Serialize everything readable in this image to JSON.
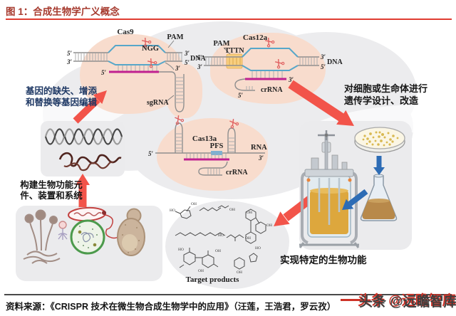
{
  "title": "图 1：合成生物学广义概念",
  "annotations": {
    "gene_editing_line1": "基因的缺失、增添",
    "gene_editing_line2": "和替换等基因编辑",
    "genetic_design_line1": "对细胞或生命体进行",
    "genetic_design_line2": "遗传学设计、改造",
    "build_components_line1": "构建生物功能元",
    "build_components_line2": "件、装置和系统",
    "achieve_function": "实现特定的生物功能"
  },
  "labels": {
    "cas9": "Cas9",
    "cas12a": "Cas12a",
    "cas13a": "Cas13a",
    "pam": "PAM",
    "ngg": "NGG",
    "tttn": "TTTN",
    "pfs": "PFS",
    "dna": "DNA",
    "rna": "RNA",
    "sgrna": "sgRNA",
    "crrna": "crRNA",
    "five_prime": "5′",
    "three_prime": "3′",
    "ho": "HO",
    "oh": "OH",
    "target_products": "Target products"
  },
  "footer": {
    "source": "资料来源：《CRISPR 技术在微生物合成生物学中的应用》（汪莲，王浩君，罗云孜）",
    "watermark": "头条 @远瞻智库"
  },
  "colors": {
    "title_red": "#A63A2E",
    "rule_red": "#E03C31",
    "arrow_red": "#F2544A",
    "arrow_blue": "#2D6CB5",
    "peach_blob": "#F8DCCD",
    "panel_gray": "#EBEBED",
    "guide_magenta": "#C02190",
    "strand_blue": "#57A7C9",
    "pam_yellow": "#F8CF80",
    "pfs_blue": "#7FB0D0",
    "navy_text": "#1E3864"
  }
}
